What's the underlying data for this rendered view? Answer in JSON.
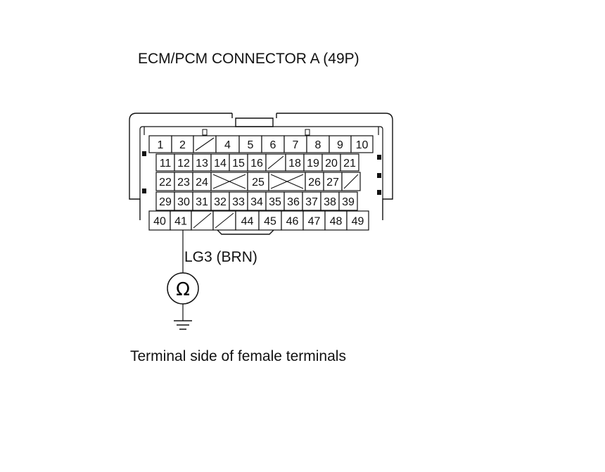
{
  "title": "ECM/PCM CONNECTOR A (49P)",
  "wire_label": "LG3 (BRN)",
  "caption": "Terminal side of female terminals",
  "meter_symbol": "Ω",
  "meter_icon": "ohmmeter-icon",
  "ground_icon": "ground-icon",
  "probe_terminal": "41",
  "rows": [
    [
      "1",
      "2",
      "/",
      "4",
      "5",
      "6",
      "7",
      "8",
      "9",
      "10"
    ],
    [
      "11",
      "12",
      "13",
      "14",
      "15",
      "16",
      "/",
      "18",
      "19",
      "20",
      "21"
    ],
    [
      "22",
      "23",
      "24",
      "X",
      "25",
      "X",
      "26",
      "27",
      "/"
    ],
    [
      "29",
      "30",
      "31",
      "32",
      "33",
      "34",
      "35",
      "36",
      "37",
      "38",
      "39"
    ],
    [
      "40",
      "41",
      "/",
      "/",
      "44",
      "45",
      "46",
      "47",
      "48",
      "49"
    ]
  ]
}
